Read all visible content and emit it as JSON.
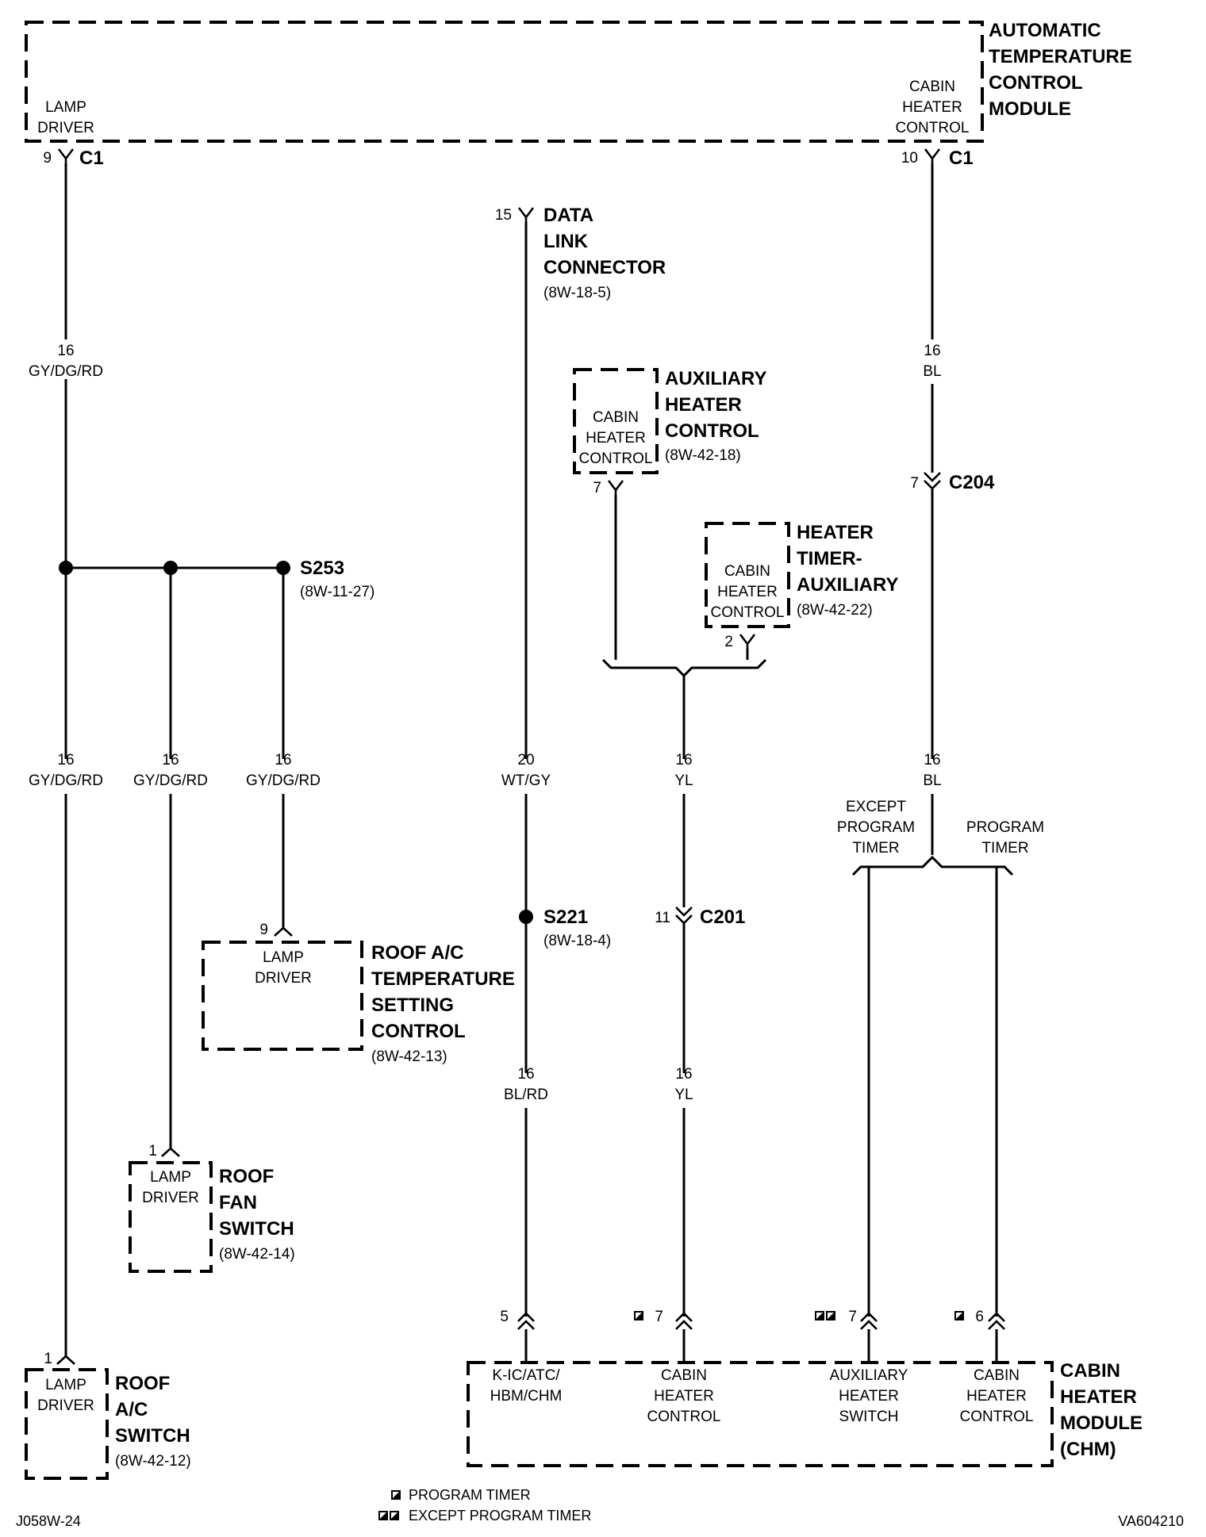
{
  "atc_module": {
    "name": [
      "AUTOMATIC",
      "TEMPERATURE",
      "CONTROL",
      "MODULE"
    ],
    "pin_lamp_driver": [
      "LAMP",
      "DRIVER"
    ],
    "pin_cabin_heater": [
      "CABIN",
      "HEATER",
      "CONTROL"
    ],
    "pin9": "9",
    "pin9_conn": "C1",
    "pin10": "10",
    "pin10_conn": "C1"
  },
  "data_link": {
    "pin": "15",
    "name": [
      "DATA",
      "LINK",
      "CONNECTOR"
    ],
    "ref": "(8W-18-5)"
  },
  "aux_heater": {
    "name": [
      "AUXILIARY",
      "HEATER",
      "CONTROL"
    ],
    "ref": "(8W-42-18)",
    "pin_label": [
      "CABIN",
      "HEATER",
      "CONTROL"
    ],
    "pin": "7"
  },
  "heater_timer": {
    "name": [
      "HEATER",
      "TIMER-",
      "AUXILIARY"
    ],
    "ref": "(8W-42-22)",
    "pin_label": [
      "CABIN",
      "HEATER",
      "CONTROL"
    ],
    "pin": "2"
  },
  "wires": {
    "left_top": [
      "16",
      "GY/DG/RD"
    ],
    "left_a": [
      "16",
      "GY/DG/RD"
    ],
    "left_b": [
      "16",
      "GY/DG/RD"
    ],
    "left_c": [
      "16",
      "GY/DG/RD"
    ],
    "dlc_upper": [
      "20",
      "WT/GY"
    ],
    "dlc_lower": [
      "16",
      "BL/RD"
    ],
    "yl_upper": [
      "16",
      "YL"
    ],
    "yl_lower": [
      "16",
      "YL"
    ],
    "bl_upper": [
      "16",
      "BL"
    ],
    "bl_lower": [
      "16",
      "BL"
    ]
  },
  "splices": {
    "s253": "S253",
    "s253_ref": "(8W-11-27)",
    "s221": "S221",
    "s221_ref": "(8W-18-4)"
  },
  "inline_connectors": {
    "c204_pin": "7",
    "c204": "C204",
    "c201_pin": "11",
    "c201": "C201"
  },
  "branch": {
    "except": [
      "EXCEPT",
      "PROGRAM",
      "TIMER"
    ],
    "program": [
      "PROGRAM",
      "TIMER"
    ]
  },
  "roof_temp": {
    "name": [
      "ROOF A/C",
      "TEMPERATURE",
      "SETTING",
      "CONTROL"
    ],
    "ref": "(8W-42-13)",
    "pin": "9",
    "pin_label": [
      "LAMP",
      "DRIVER"
    ]
  },
  "roof_fan": {
    "name": [
      "ROOF",
      "FAN",
      "SWITCH"
    ],
    "ref": "(8W-42-14)",
    "pin": "1",
    "pin_label": [
      "LAMP",
      "DRIVER"
    ]
  },
  "roof_ac": {
    "name": [
      "ROOF",
      "A/C",
      "SWITCH"
    ],
    "ref": "(8W-42-12)",
    "pin": "1",
    "pin_label": [
      "LAMP",
      "DRIVER"
    ]
  },
  "chm": {
    "name": [
      "CABIN",
      "HEATER",
      "MODULE",
      "(CHM)"
    ],
    "pin_kic": [
      "K-IC/ATC/",
      "HBM/CHM"
    ],
    "pin_chc1": [
      "CABIN",
      "HEATER",
      "CONTROL"
    ],
    "pin_aux": [
      "AUXILIARY",
      "HEATER",
      "SWITCH"
    ],
    "pin_chc2": [
      "CABIN",
      "HEATER",
      "CONTROL"
    ],
    "pin5": "5",
    "pin7a": "7",
    "pin7b": "7",
    "pin6": "6"
  },
  "legend": {
    "program": "PROGRAM TIMER",
    "except": "EXCEPT PROGRAM TIMER"
  },
  "footer": {
    "left_code": "J058W-24",
    "right_code": "VA604210"
  }
}
